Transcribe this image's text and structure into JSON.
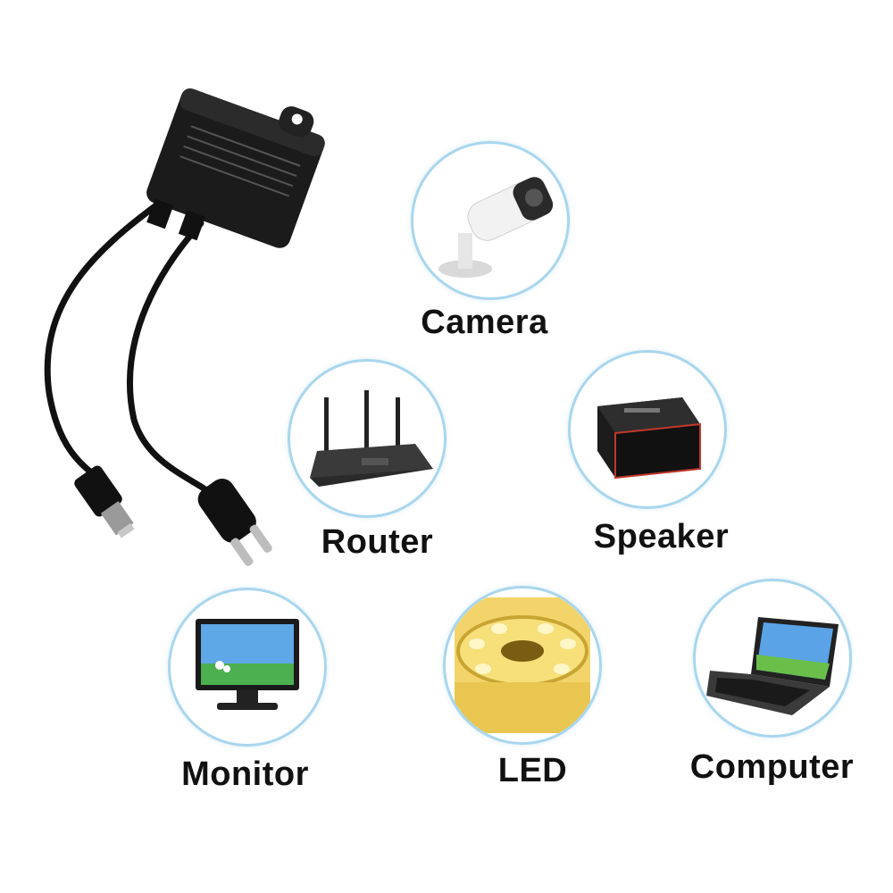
{
  "devices": {
    "camera": {
      "label": "Camera",
      "icon": "security-camera-icon"
    },
    "router": {
      "label": "Router",
      "icon": "wifi-router-icon"
    },
    "speaker": {
      "label": "Speaker",
      "icon": "bluetooth-speaker-icon"
    },
    "monitor": {
      "label": "Monitor",
      "icon": "monitor-icon"
    },
    "led": {
      "label": "LED",
      "icon": "led-strip-icon"
    },
    "computer": {
      "label": "Computer",
      "icon": "laptop-icon"
    }
  },
  "adapter": {
    "icon": "power-adapter-icon"
  },
  "colors": {
    "circle_border": "#a9d6ee",
    "text": "#111111",
    "background": "#ffffff"
  }
}
